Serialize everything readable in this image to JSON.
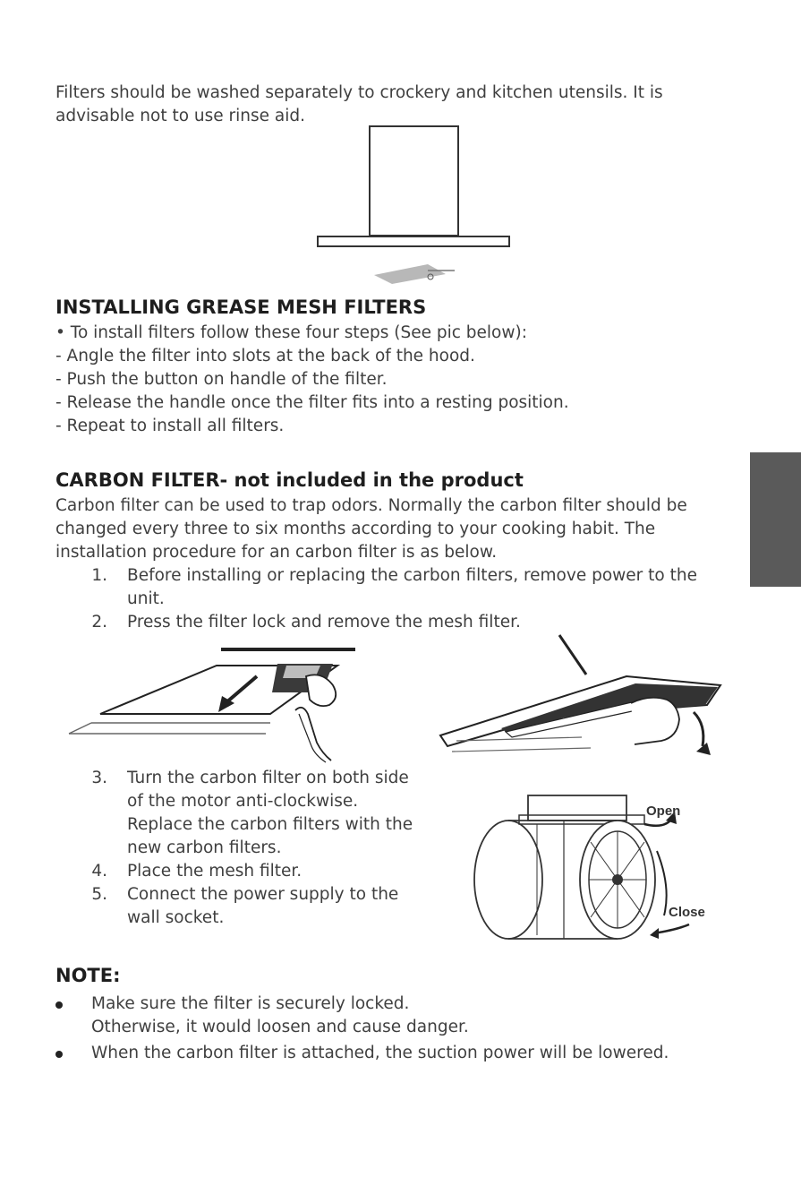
{
  "intro": {
    "line1": "Filters should be washed separately to crockery and kitchen utensils. It is",
    "line2": "advisable not to use rinse aid."
  },
  "grease": {
    "heading": "INSTALLING GREASE MESH FILTERS",
    "lines": [
      "• To install filters follow these four steps (See pic below):",
      "- Angle the filter into slots at the back of the hood.",
      "- Push the button on handle of the filter.",
      "- Release the handle once the filter fits into a resting position.",
      "- Repeat to install all filters."
    ]
  },
  "carbon": {
    "heading": "CARBON FILTER- not included in the product",
    "lines": [
      "Carbon filter can be used to trap odors. Normally the carbon filter should be",
      "changed every three to six months according to your cooking habit. The",
      "installation procedure for an carbon filter is as below."
    ],
    "steps": [
      {
        "num": "1.",
        "lines": [
          "Before installing or replacing the carbon filters, remove power to the",
          "unit."
        ]
      },
      {
        "num": "2.",
        "lines": [
          "Press the filter lock and remove the mesh filter."
        ]
      },
      {
        "num": "3.",
        "lines": [
          "Turn the carbon filter on both side",
          "of the motor anti-clockwise.",
          "Replace the carbon filters with the",
          "new carbon filters."
        ]
      },
      {
        "num": "4.",
        "lines": [
          "Place the mesh filter."
        ]
      },
      {
        "num": "5.",
        "lines": [
          "Connect the power supply to the",
          "wall socket."
        ]
      }
    ]
  },
  "motor_labels": {
    "open": "Open",
    "close": "Close"
  },
  "note": {
    "heading": "NOTE:",
    "bullets": [
      {
        "lines": [
          "Make sure the filter is securely locked.",
          "Otherwise, it would loosen and cause danger."
        ]
      },
      {
        "lines": [
          "When the carbon filter is attached, the suction power will be lowered."
        ]
      }
    ]
  }
}
